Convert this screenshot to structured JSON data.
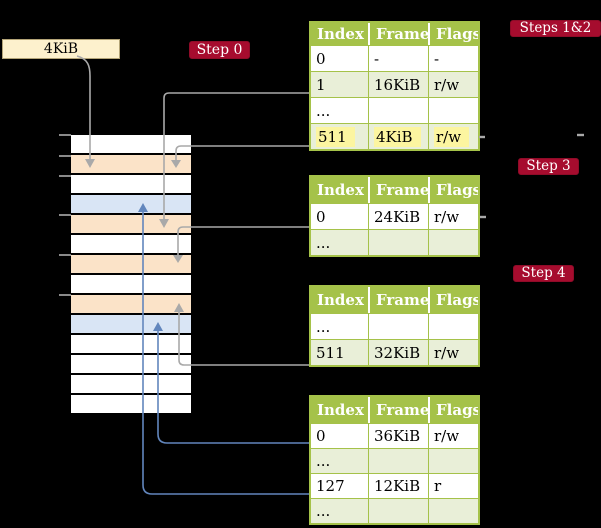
{
  "colors": {
    "background": "#000000",
    "table_green": "#a5c249",
    "row_green": "#e9efd8",
    "frame_peach": "#fbe3c8",
    "frame_blue": "#d9e5f5",
    "highlight_yellow": "#fcf5a0",
    "label_red": "#a60c2e",
    "box_cream": "#fdf1cd",
    "line_gray": "#a9a9a9",
    "line_blue": "#6286bd"
  },
  "size_label": {
    "text": "4KiB"
  },
  "step_labels": [
    {
      "id": "step0",
      "text": "Step 0"
    },
    {
      "id": "steps12",
      "text": "Steps 1&2"
    },
    {
      "id": "step3",
      "text": "Step 3"
    },
    {
      "id": "step4",
      "text": "Step 4"
    }
  ],
  "memory": {
    "rows": [
      {
        "color": "white"
      },
      {
        "color": "peach"
      },
      {
        "color": "white"
      },
      {
        "color": "blue"
      },
      {
        "color": "peach"
      },
      {
        "color": "white"
      },
      {
        "color": "peach"
      },
      {
        "color": "white"
      },
      {
        "color": "peach"
      },
      {
        "color": "blue"
      },
      {
        "color": "white"
      },
      {
        "color": "white"
      },
      {
        "color": "white"
      },
      {
        "color": "white"
      }
    ]
  },
  "page_tables": [
    {
      "name": "page-table-1",
      "headers": [
        "Index",
        "Frame",
        "Flags"
      ],
      "rows": [
        {
          "cells": [
            "0",
            "-",
            "-"
          ],
          "shaded": false,
          "highlight": false
        },
        {
          "cells": [
            "1",
            "16KiB",
            "r/w"
          ],
          "shaded": true,
          "highlight": false
        },
        {
          "cells": [
            "...",
            "",
            ""
          ],
          "shaded": false,
          "highlight": false
        },
        {
          "cells": [
            "511",
            "4KiB",
            "r/w"
          ],
          "shaded": true,
          "highlight": true
        }
      ]
    },
    {
      "name": "page-table-2",
      "headers": [
        "Index",
        "Frame",
        "Flags"
      ],
      "rows": [
        {
          "cells": [
            "0",
            "24KiB",
            "r/w"
          ],
          "shaded": false,
          "highlight": false
        },
        {
          "cells": [
            "...",
            "",
            ""
          ],
          "shaded": true,
          "highlight": false
        }
      ]
    },
    {
      "name": "page-table-3",
      "headers": [
        "Index",
        "Frame",
        "Flags"
      ],
      "rows": [
        {
          "cells": [
            "...",
            "",
            ""
          ],
          "shaded": false,
          "highlight": false
        },
        {
          "cells": [
            "511",
            "32KiB",
            "r/w"
          ],
          "shaded": true,
          "highlight": false
        }
      ]
    },
    {
      "name": "page-table-4",
      "headers": [
        "Index",
        "Frame",
        "Flags"
      ],
      "rows": [
        {
          "cells": [
            "0",
            "36KiB",
            "r/w"
          ],
          "shaded": false,
          "highlight": false
        },
        {
          "cells": [
            "...",
            "",
            ""
          ],
          "shaded": true,
          "highlight": false
        },
        {
          "cells": [
            "127",
            "12KiB",
            "r"
          ],
          "shaded": false,
          "highlight": false
        },
        {
          "cells": [
            "...",
            "",
            ""
          ],
          "shaded": true,
          "highlight": false
        }
      ]
    }
  ]
}
